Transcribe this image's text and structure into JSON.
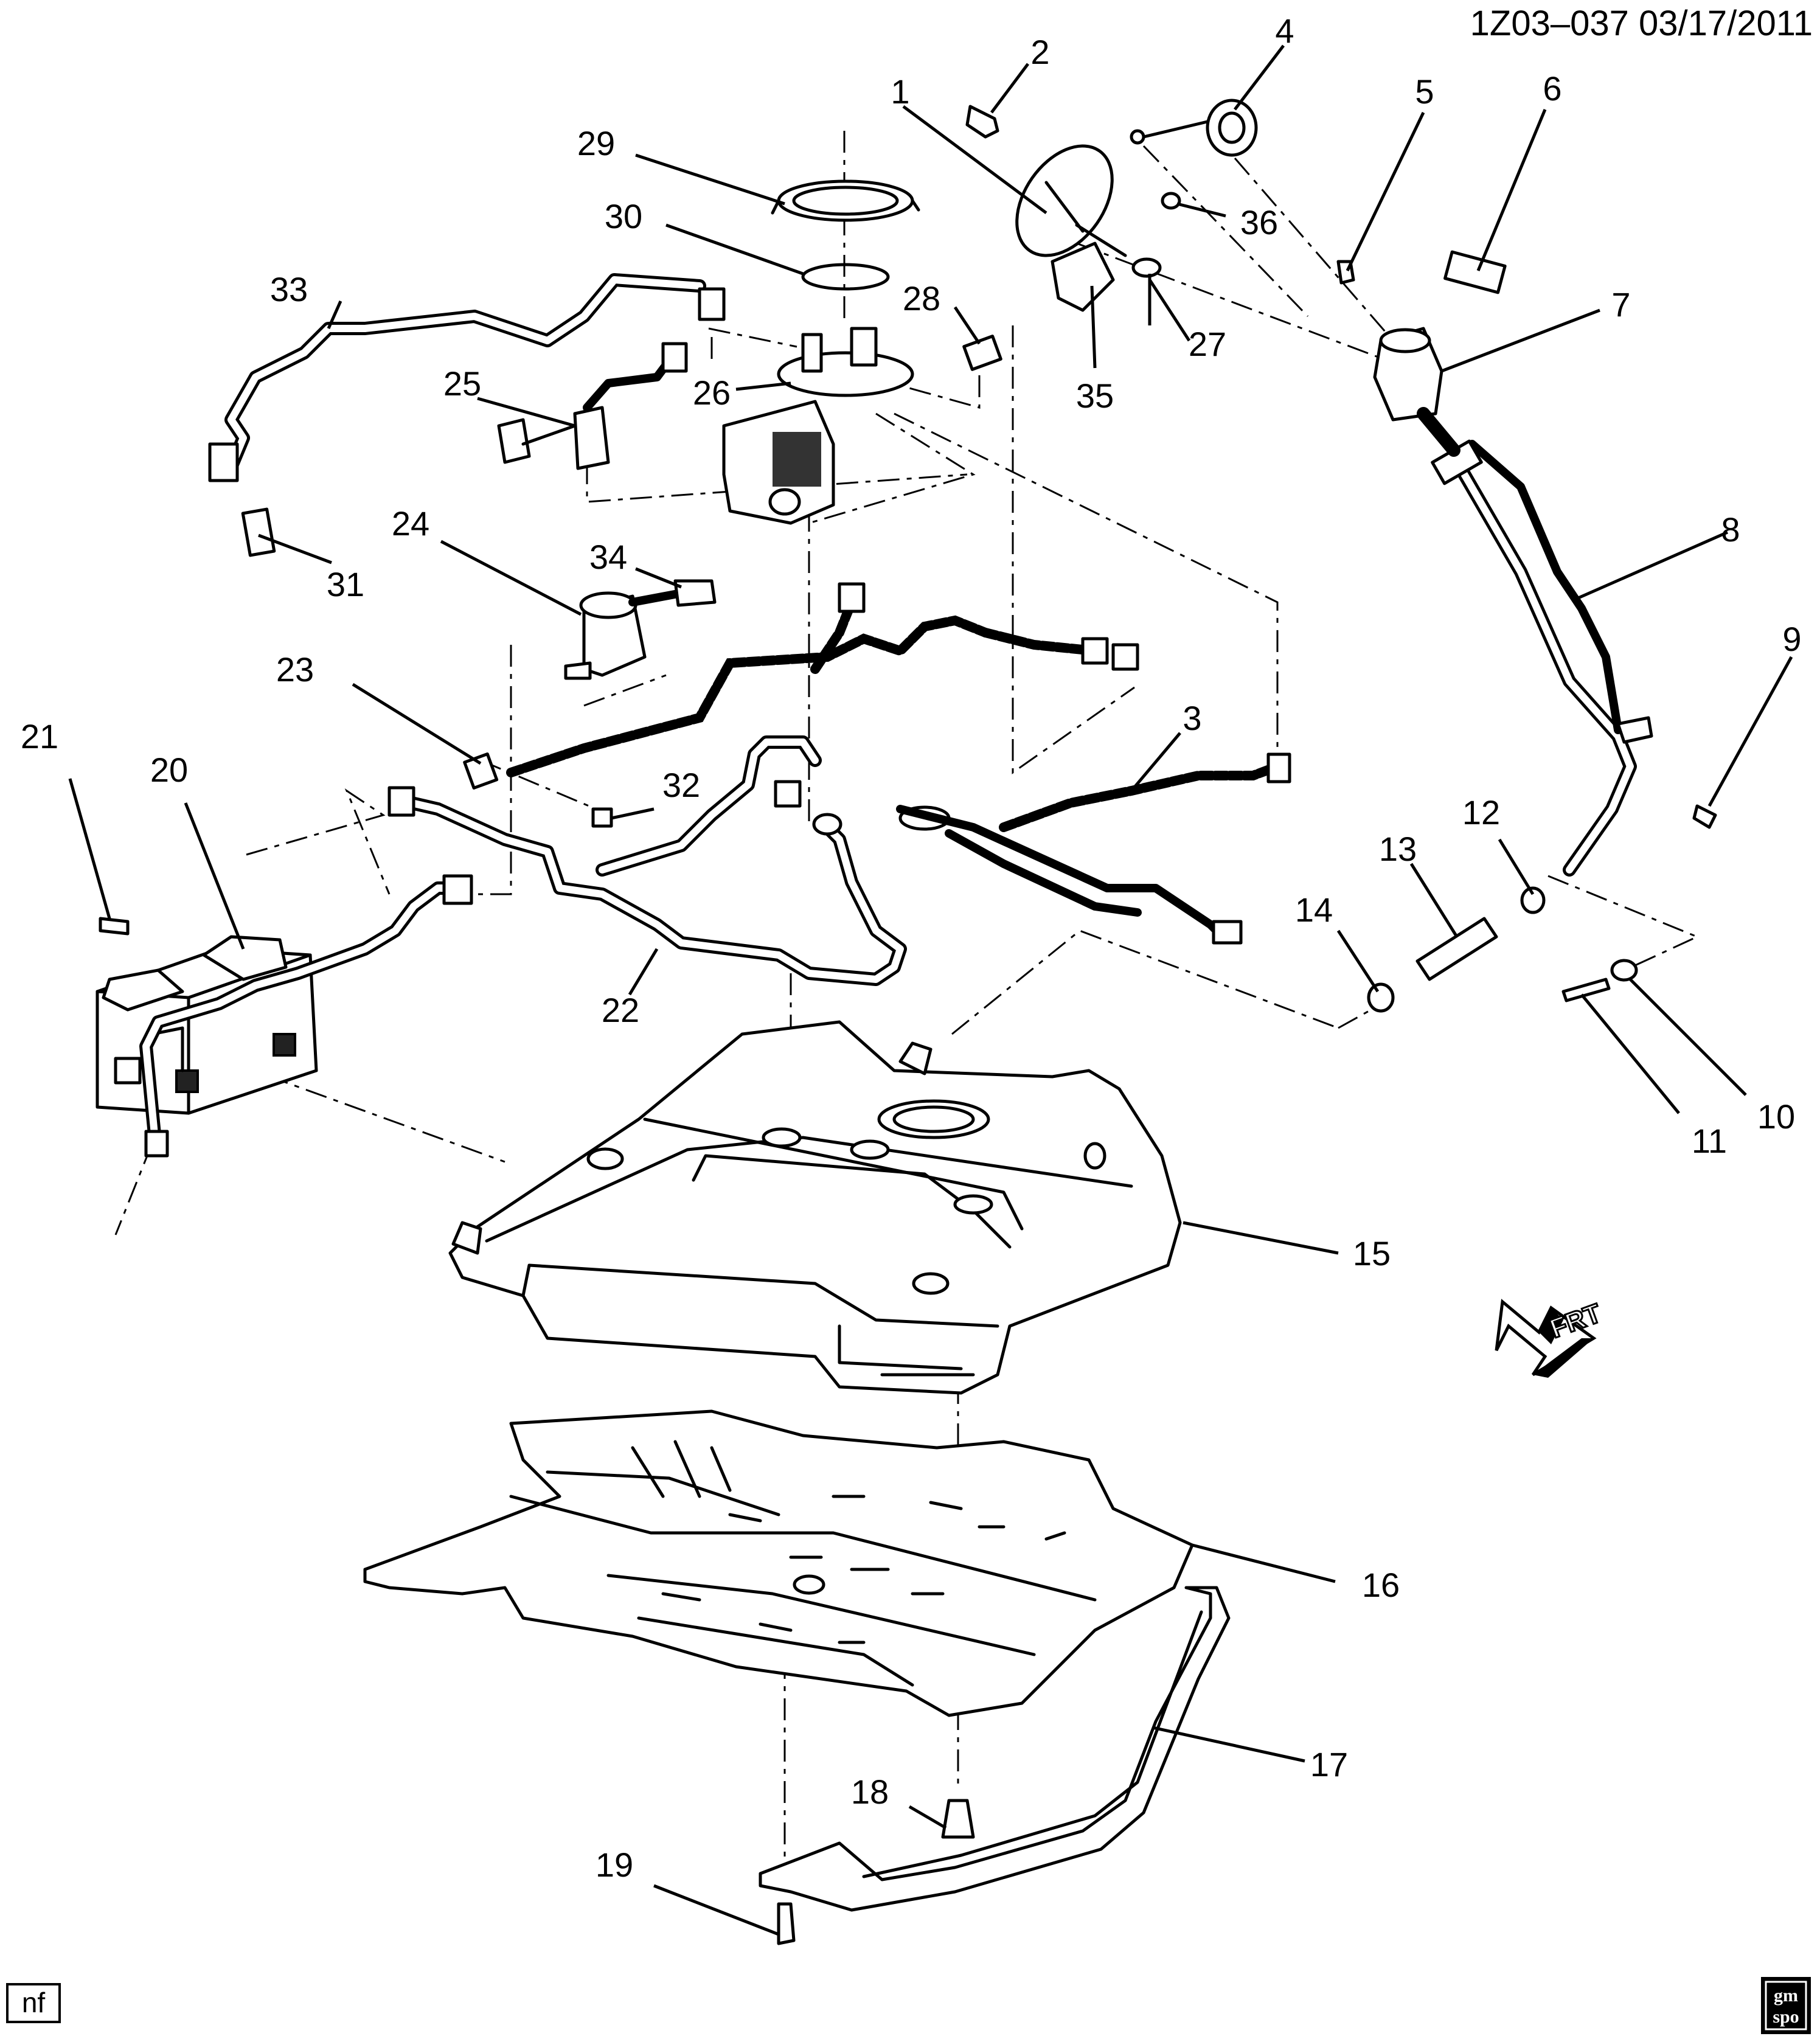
{
  "header": {
    "code": "1Z03–037  03/17/2011"
  },
  "footer": {
    "left_tag": "nf",
    "badge_top": "gm",
    "badge_bottom": "spo"
  },
  "orientation": {
    "label": "FRT"
  },
  "callouts": [
    "1",
    "2",
    "3",
    "4",
    "5",
    "6",
    "7",
    "8",
    "9",
    "10",
    "11",
    "12",
    "13",
    "14",
    "15",
    "16",
    "17",
    "18",
    "19",
    "20",
    "21",
    "22",
    "23",
    "24",
    "25",
    "26",
    "27",
    "28",
    "29",
    "30",
    "31",
    "32",
    "33",
    "34",
    "35",
    "36"
  ]
}
